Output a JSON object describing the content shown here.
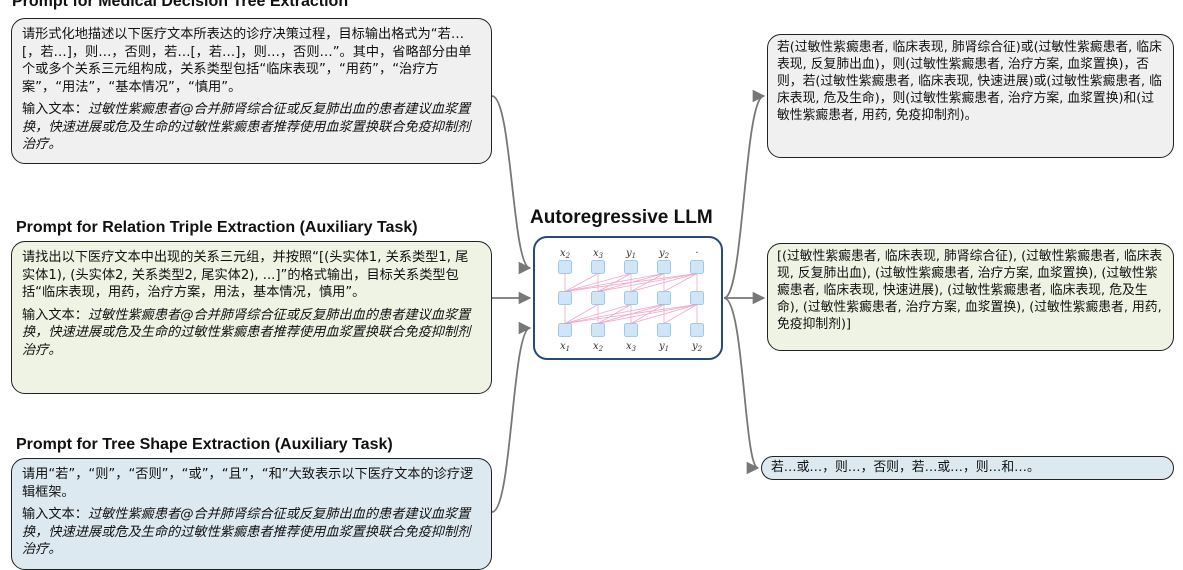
{
  "headings": {
    "medical": "Prompt for Medical Decision Tree Extraction",
    "triple": "Prompt for Relation Triple Extraction (Auxiliary Task)",
    "shape": "Prompt for Tree Shape Extraction (Auxiliary Task)"
  },
  "prompts": {
    "medical": {
      "instruction": "请形式化地描述以下医疗文本所表达的诊疗决策过程，目标输出格式为“若…[，若…]，则…，否则，若…[，若…]，则…，否则…”。其中，省略部分由单个或多个关系三元组构成，关系类型包括“临床表现”，“用药”，“治疗方案”，“用法”，“基本情况”，“慎用”。",
      "input_label": "输入文本：",
      "input_text": "过敏性紫癜患者@合并肺肾综合征或反复肺出血的患者建议血浆置换，快速进展或危及生命的过敏性紫癜患者推荐使用血浆置换联合免疫抑制剂治疗。"
    },
    "triple": {
      "instruction": "请找出以下医疗文本中出现的关系三元组，并按照“[(头实体1, 关系类型1, 尾实体1), (头实体2, 关系类型2, 尾实体2), ...]”的格式输出，目标关系类型包括“临床表现，用药，治疗方案，用法，基本情况，慎用”。",
      "input_label": "输入文本：",
      "input_text": "过敏性紫癜患者@合并肺肾综合征或反复肺出血的患者建议血浆置换，快速进展或危及生命的过敏性紫癜患者推荐使用血浆置换联合免疫抑制剂治疗。"
    },
    "shape": {
      "instruction": "请用“若”，“则”，“否则”，“或”，“且”，“和”大致表示以下医疗文本的诊疗逻辑框架。",
      "input_label": "输入文本：",
      "input_text": "过敏性紫癜患者@合并肺肾综合征或反复肺出血的患者建议血浆置换，快速进展或危及生命的过敏性紫癜患者推荐使用血浆置换联合免疫抑制剂治疗。"
    }
  },
  "llm": {
    "title": "Autoregressive LLM",
    "top_tokens": [
      "x2",
      "x3",
      "y1",
      "y2",
      "·"
    ],
    "bottom_tokens": [
      "x1",
      "x2",
      "x3",
      "y1",
      "y2"
    ]
  },
  "outputs": {
    "medical": "若(过敏性紫癜患者, 临床表现, 肺肾综合征)或(过敏性紫癜患者, 临床表现, 反复肺出血)，则(过敏性紫癜患者, 治疗方案, 血浆置换)，否则，若(过敏性紫癜患者, 临床表现, 快速进展)或(过敏性紫癜患者, 临床表现, 危及生命)，则(过敏性紫癜患者, 治疗方案, 血浆置换)和(过敏性紫癜患者, 用药, 免疫抑制剂)。",
    "triple": "[(过敏性紫癜患者, 临床表现, 肺肾综合征), (过敏性紫癜患者, 临床表现, 反复肺出血), (过敏性紫癜患者, 治疗方案, 血浆置换), (过敏性紫癜患者, 临床表现, 快速进展), (过敏性紫癜患者, 临床表现, 危及生命), (过敏性紫癜患者, 治疗方案, 血浆置换), (过敏性紫癜患者, 用药, 免疫抑制剂)]",
    "shape": "若…或…，则…，否则，若…或…，则…和…。"
  },
  "colors": {
    "box_gray": "#f0f0f0",
    "box_green": "#eef3e3",
    "box_blue": "#dde9f0",
    "llm_border": "#274a7a",
    "node_fill": "#cfe6f7",
    "node_stroke": "#8fbfe0",
    "attention_lines": "#f2a6c8",
    "arrow": "#777777"
  }
}
